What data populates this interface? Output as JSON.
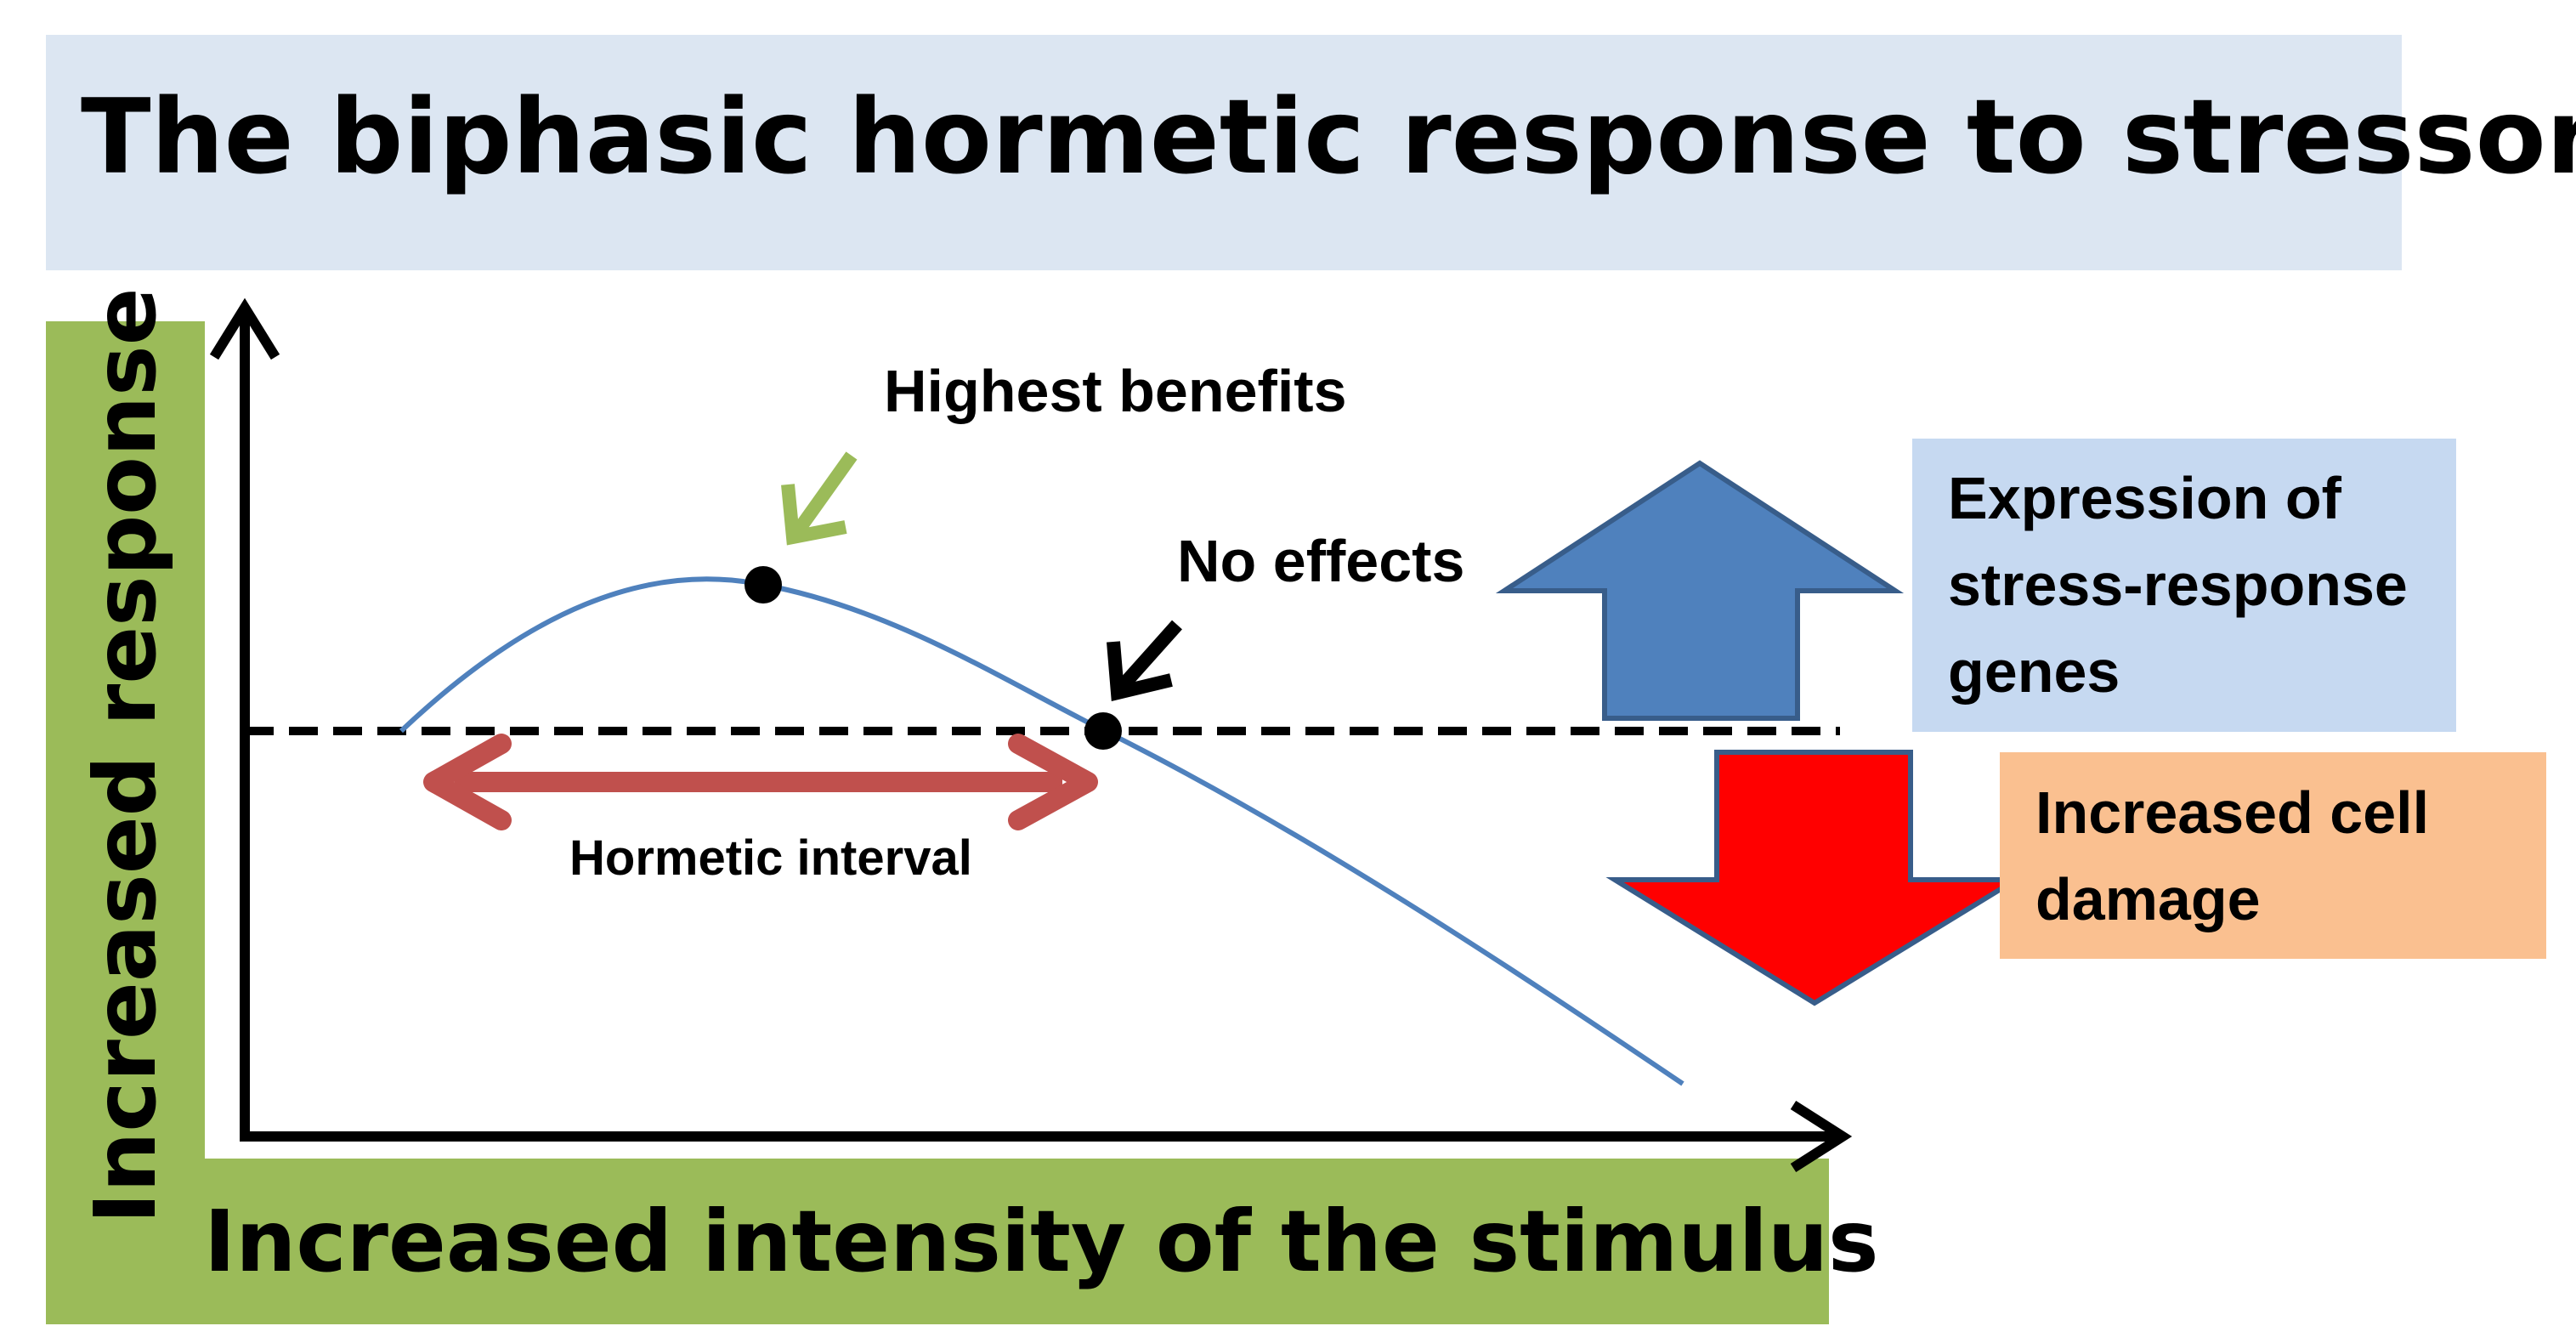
{
  "title": "The biphasic hormetic response to stressors",
  "axes": {
    "x_label": "Increased intensity of the stimulus",
    "y_label": "Increased response"
  },
  "annotations": {
    "peak": "Highest benefits",
    "crossing": "No effects",
    "interval": "Hormetic interval"
  },
  "boxes": {
    "up": "Expression of stress-response genes",
    "down": "Increased cell damage"
  },
  "colors": {
    "title_bg": "#dce6f2",
    "label_band": "#9bbb59",
    "curve": "#4f81bd",
    "interval_arrow": "#c0504d",
    "peak_arrow": "#9bbb59",
    "up_arrow": "#4f81bd",
    "down_arrow": "#ff0000",
    "up_box": "#c6d9f1",
    "down_box": "#fac090"
  }
}
